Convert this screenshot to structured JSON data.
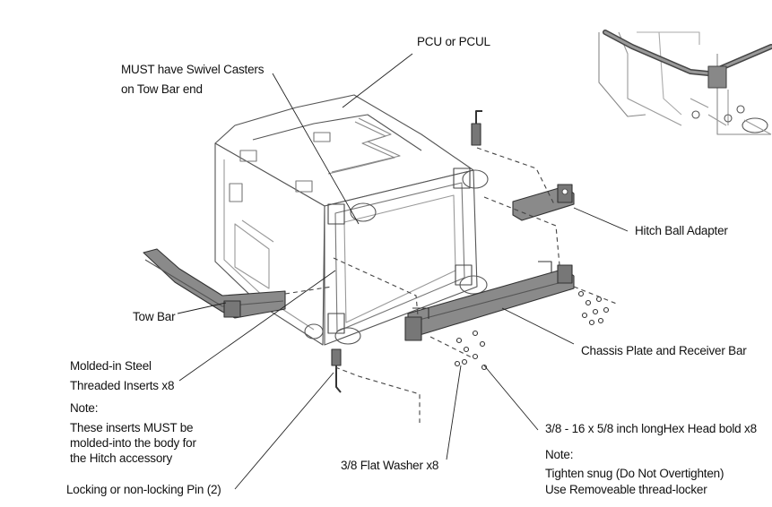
{
  "labels": {
    "pcu": "PCU or PCUL",
    "casters_line1": "MUST have Swivel Casters",
    "casters_line2": "on Tow Bar end",
    "hitch_ball": "Hitch Ball Adapter",
    "tow_bar": "Tow Bar",
    "chassis_plate": "Chassis Plate and Receiver Bar",
    "inserts_line1": "Molded-in Steel",
    "inserts_line2": "Threaded Inserts x8",
    "note1_title": "Note:",
    "note1_line1": "These inserts MUST be",
    "note1_line2": "molded-into the body for",
    "note1_line3": "the Hitch accessory",
    "bolt": "3/8 - 16 x 5/8 inch longHex Head bold x8",
    "note2_title": "Note:",
    "note2_line1": "Tighten snug (Do Not Overtighten)",
    "note2_line2": "Use Removeable thread-locker",
    "washer": "3/8 Flat Washer x8",
    "pin": "Locking or non-locking Pin (2)"
  }
}
